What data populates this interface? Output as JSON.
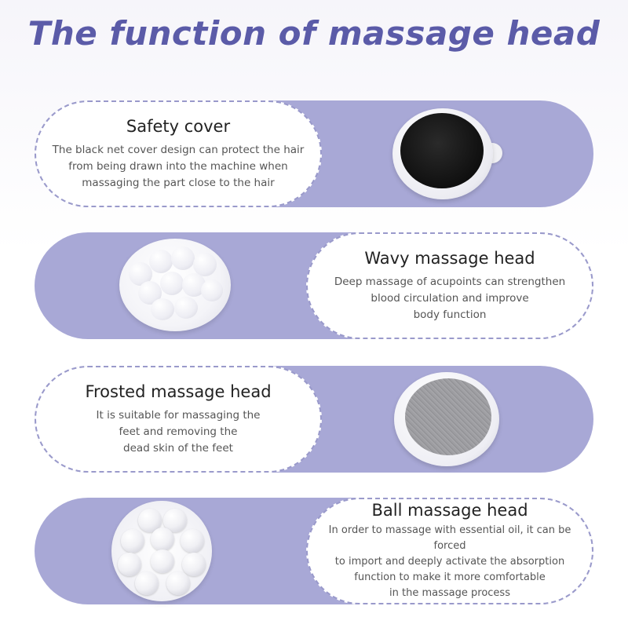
{
  "title": "The function of massage head",
  "items": [
    {
      "title": "Safety cover",
      "desc": [
        "The black net cover design can protect the hair",
        "from being drawn into the machine when",
        "massaging the part close to the hair"
      ],
      "image": "safety-cover-product"
    },
    {
      "title": "Wavy massage head",
      "desc": [
        "Deep massage of acupoints can strengthen",
        "blood circulation and improve",
        "body function"
      ],
      "image": "wavy-massage-head-product"
    },
    {
      "title": "Frosted massage head",
      "desc": [
        "It is suitable for massaging the",
        "feet and removing the",
        "dead skin of the feet"
      ],
      "image": "frosted-massage-head-product"
    },
    {
      "title": "Ball massage head",
      "desc": [
        "In order to massage with essential oil, it can be forced",
        "to import and deeply activate the absorption",
        "function to make it more comfortable",
        "in the massage process"
      ],
      "image": "ball-massage-head-product"
    }
  ],
  "colors": {
    "title": "#5b5ba8",
    "band": "#a8a8d6",
    "card_border": "#9a9acb"
  }
}
